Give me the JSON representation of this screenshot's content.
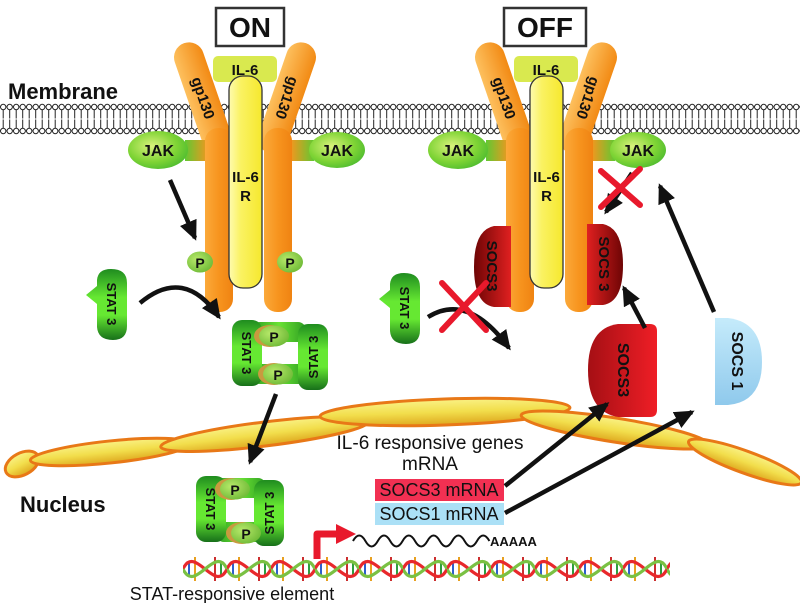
{
  "figure": {
    "state_on": "ON",
    "state_off": "OFF",
    "membrane_label": "Membrane",
    "nucleus_label": "Nucleus"
  },
  "receptor": {
    "gp130": "gp130",
    "il6_ligand": "IL-6",
    "il6r_line1": "IL-6",
    "il6r_line2": "R",
    "jak": "JAK"
  },
  "molecules": {
    "phospho": "P",
    "stat3": "STAT 3",
    "socs3_bound_left": "SOCS3",
    "socs3_bound_right": "SOCS 3",
    "socs3_free": "SOCS3",
    "socs1_free": "SOCS 1"
  },
  "transcription": {
    "responsive_genes_line1": "IL-6 responsive genes",
    "responsive_genes_line2": "mRNA",
    "socs3_mrna": "SOCS3 mRNA",
    "socs1_mrna": "SOCS1 mRNA",
    "poly_a": "AAAAA",
    "stat_element": "STAT-responsive element"
  },
  "colors": {
    "red_accent": "#E8192C",
    "socs3_mrna_box": "#F23052",
    "socs1_mrna_box": "#ABE0F6",
    "receptor_orange": "#F7941E",
    "il6_band_green": "#D9E94F",
    "il6r_yellow": "#F8EC3F",
    "jak_green": "#4CC43B",
    "stat_green": "#54D42A",
    "socs3_red": "#C1272D",
    "socs1_blue": "#A9DCF5",
    "arrow_black": "#111111"
  }
}
